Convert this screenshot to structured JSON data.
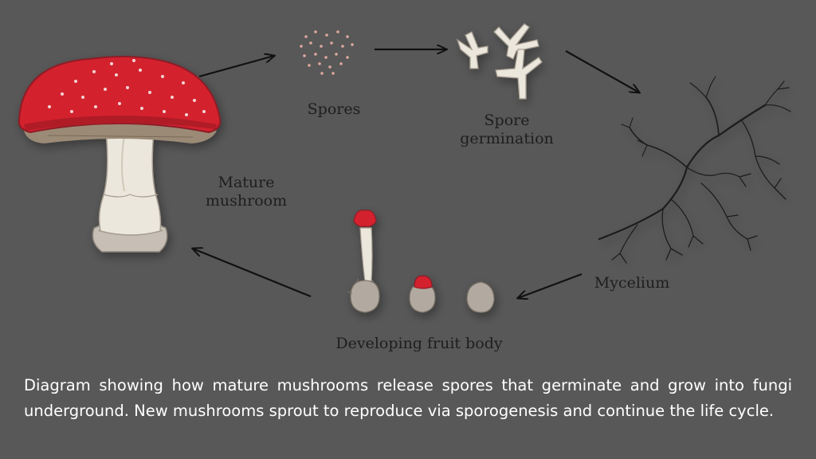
{
  "diagram": {
    "stages": {
      "mature_mushroom": {
        "label_line1": "Mature",
        "label_line2": "mushroom"
      },
      "spores": {
        "label": "Spores"
      },
      "spore_germination": {
        "label_line1": "Spore",
        "label_line2": "germination"
      },
      "mycelium": {
        "label": "Mycelium"
      },
      "developing_fruit_body": {
        "label": "Developing fruit body"
      }
    },
    "colors": {
      "background": "#585858",
      "cap_red": "#d3202f",
      "cap_dark": "#8e1e26",
      "stem": "#e9e4d8",
      "volva": "#c7bfb5",
      "spore": "#e0a8a0",
      "mycelium": "#1c1c1c",
      "arrow": "#111111"
    },
    "caption": "Diagram showing how mature mushrooms release spores that germinate and grow into fungi underground. New mushrooms sprout to reproduce via sporogenesis and continue the life cycle."
  }
}
